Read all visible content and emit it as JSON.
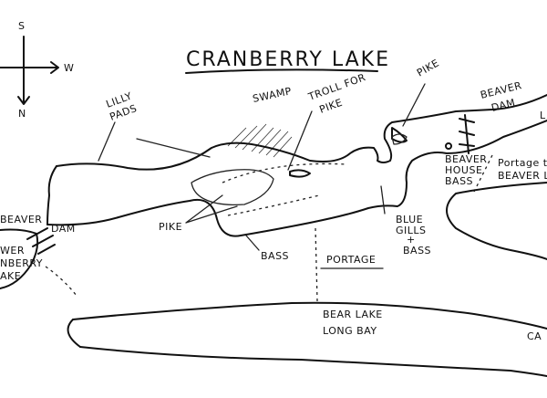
{
  "title": "CRANBERRY LAKE",
  "compass": {
    "top": "S",
    "right": "W",
    "bottom": "N"
  },
  "labels": {
    "swamp": "SWAMP",
    "troll_1": "TROLL FOR",
    "troll_2": "PIKE",
    "lilly_1": "LILLY",
    "lilly_2": "PADS",
    "pike_ne": "PIKE",
    "beaver_dam_ne_1": "BEAVER",
    "beaver_dam_ne_2": "DAM",
    "beaver_house_1": "BEAVER",
    "beaver_house_2": "HOUSE",
    "beaver_house_3": "BASS",
    "portage_beaver_1": "Portage to",
    "portage_beaver_2": "BEAVER LAKE",
    "beaver_dam_w_1": "BEAVER",
    "beaver_dam_w_2": "DAM",
    "lower_cranberry_1": "WER",
    "lower_cranberry_2": "NBERRY",
    "lower_cranberry_3": "AKE",
    "pike_w": "PIKE",
    "bass": "BASS",
    "portage": "PORTAGE",
    "bluegills_1": "BLUE",
    "bluegills_2": "GILLS",
    "bluegills_3": "+",
    "bluegills_4": "BASS",
    "bear_lake_1": "BEAR LAKE",
    "bear_lake_2": "LONG BAY",
    "edge_ca": "CA",
    "edge_l": "L"
  }
}
